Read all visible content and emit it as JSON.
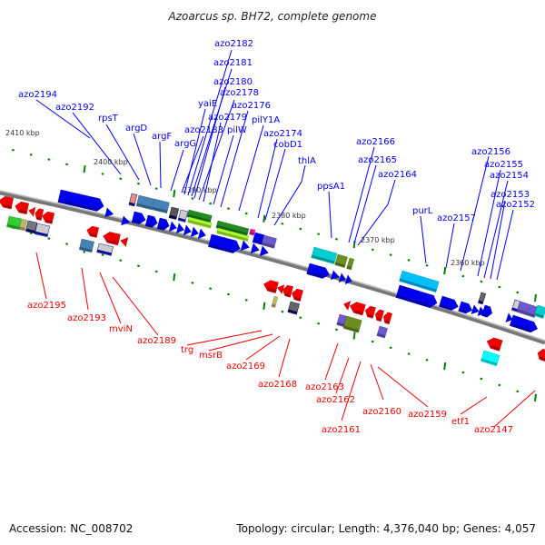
{
  "title": "Azoarcus sp. BH72, complete genome",
  "scale_labels": [
    "2410 kbp",
    "2400 kbp",
    "2390 kbp",
    "2380 kbp",
    "2370 kbp",
    "2360 kbp"
  ],
  "forward_labels": [
    "azo2194",
    "azo2192",
    "rpsT",
    "argD",
    "argF",
    "argG",
    "azo2183",
    "yaiE",
    "azo2182",
    "azo2181",
    "azo2180",
    "azo2178",
    "azo2179",
    "pilW",
    "azo2176",
    "pilY1A",
    "azo2174",
    "cobD1",
    "thlA",
    "ppsA1",
    "azo2166",
    "azo2165",
    "azo2164",
    "purL",
    "azo2157",
    "azo2156",
    "azo2155",
    "azo2154",
    "azo2153",
    "azo2152"
  ],
  "reverse_labels": [
    "azo2195",
    "azo2193",
    "mviN",
    "azo2189",
    "trg",
    "msrB",
    "azo2169",
    "azo2168",
    "azo2163",
    "azo2162",
    "azo2161",
    "azo2160",
    "azo2159",
    "etf1",
    "azo2147"
  ],
  "footer": {
    "accession": "Accession: NC_008702",
    "stats": "Topology: circular; Length: 4,376,040 bp; Genes: 4,057"
  },
  "colors": {
    "forward_strand": "#0000ee",
    "reverse_strand": "#ee0000",
    "backbone": "#808080",
    "ticks": "#008000"
  }
}
